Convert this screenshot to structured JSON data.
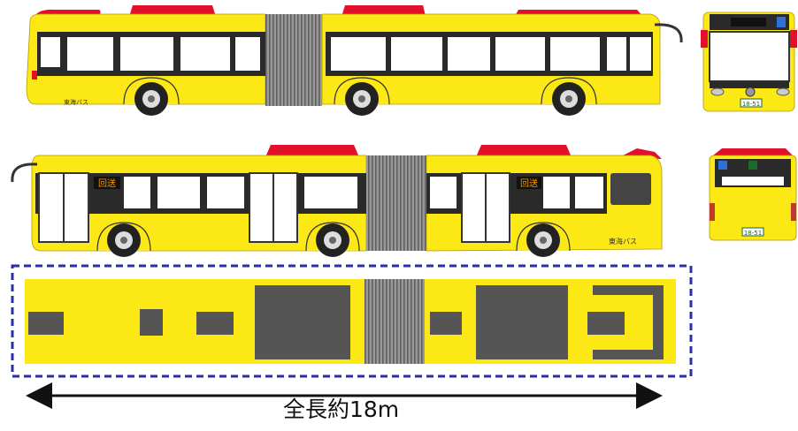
{
  "colors": {
    "body": "#fbe814",
    "roof": "#e2102a",
    "window": "#ffffff",
    "frame": "#2a2a2a",
    "bellows": "#8a8a8a",
    "roof_block": "#555555",
    "outline": "#2b2ea8",
    "arrow": "#111111"
  },
  "side_view_left": {
    "operator_label": "東海バス"
  },
  "side_view_right": {
    "destination_sign": "回送",
    "operator_label": "東海バス"
  },
  "front_view": {
    "plate": "18-51"
  },
  "rear_view": {
    "plate": "18-51"
  },
  "top_view": {
    "border_style": "dashed"
  },
  "dimension": {
    "label": "全長約18m"
  }
}
